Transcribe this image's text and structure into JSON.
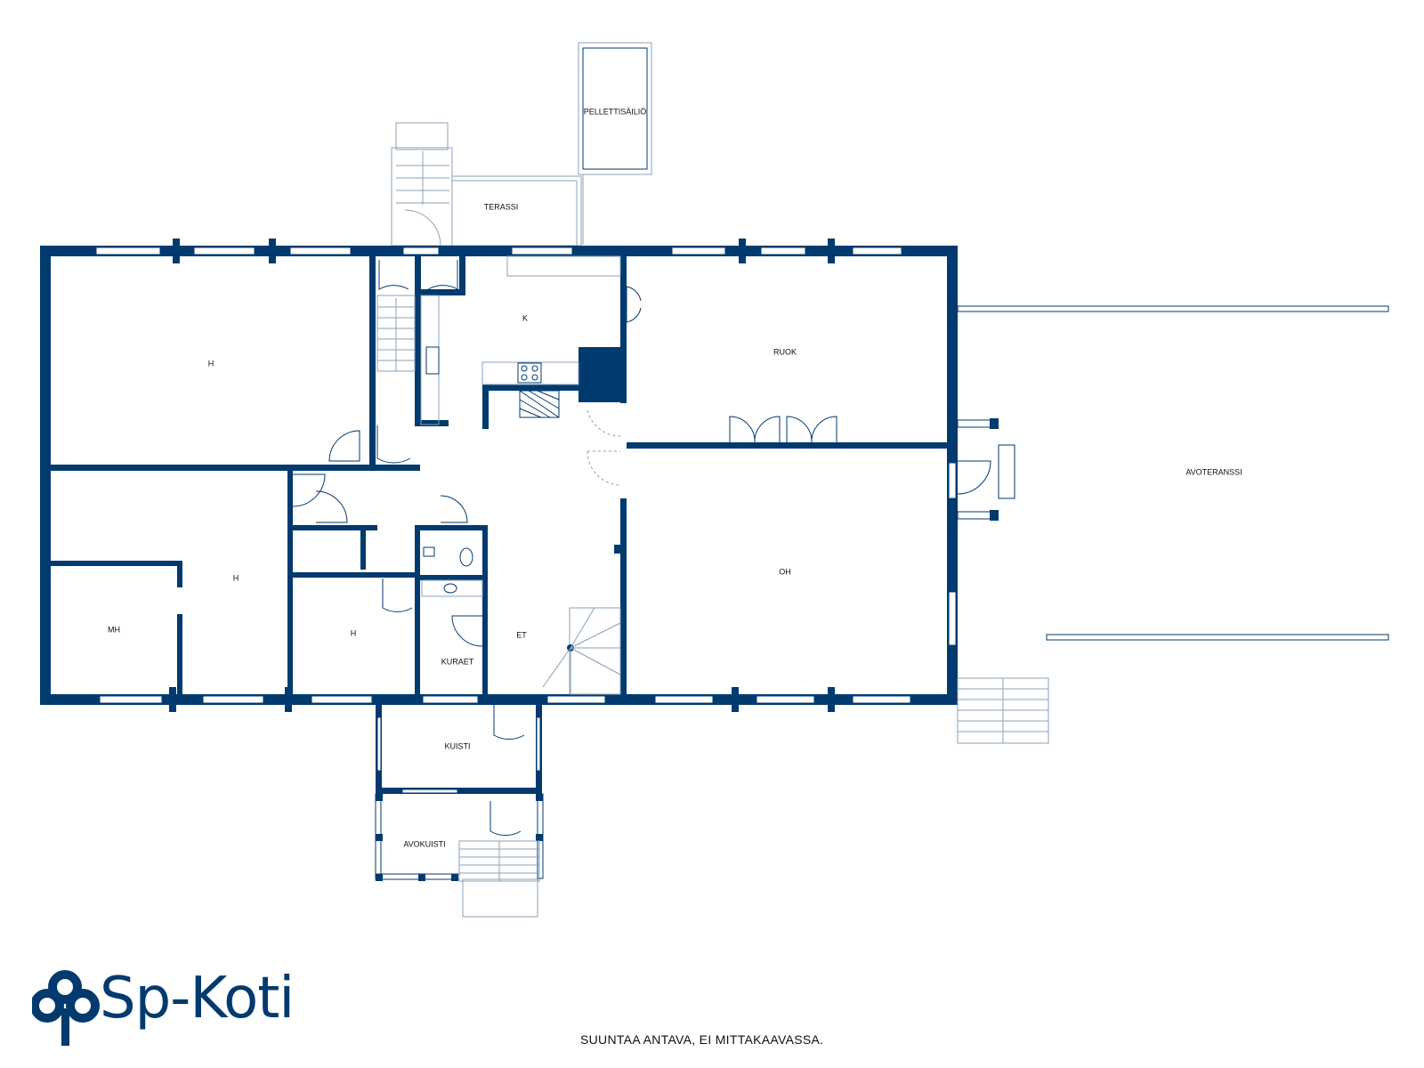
{
  "rooms": {
    "pellettisailio": "PELLETTISÄILIÖ",
    "terassi": "TERASSI",
    "k": "K",
    "ruok": "RUOK",
    "h1": "H",
    "h2": "H",
    "h3": "H",
    "mh": "MH",
    "kuraet": "KURAET",
    "et": "ET",
    "oh": "OH",
    "avoteranssi": "AVOTERANSSI",
    "kuisti": "KUISTI",
    "avokuisti": "AVOKUISTI"
  },
  "brand": {
    "name": "Sp-Koti"
  },
  "disclaimer": "SUUNTAA ANTAVA, EI MITTAKAAVASSA.",
  "colors": {
    "wall": "#003a6e",
    "background": "#ffffff"
  }
}
